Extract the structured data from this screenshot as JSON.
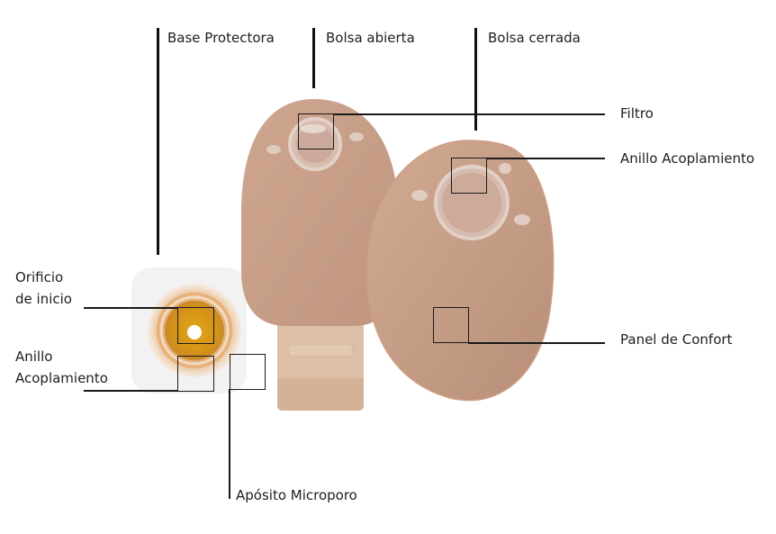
{
  "diagram": {
    "title_labels": {
      "base": "Base Protectora",
      "open_pouch": "Bolsa abierta",
      "closed_pouch": "Bolsa cerrada"
    },
    "callouts": {
      "filter": "Filtro",
      "coupling_ring_pouch": "Anillo Acoplamiento",
      "comfort_panel": "Panel de Confort",
      "starter_hole_line1": "Orificio",
      "starter_hole_line2": "de inicio",
      "coupling_ring_base_line1": "Anillo",
      "coupling_ring_base_line2": "Acoplamiento",
      "microporous_tape": "Apósito Microporo"
    },
    "colors": {
      "pouch_beige": "#c9a088",
      "pouch_beige_dark": "#b68f78",
      "outlet_beige": "#dcbfa6",
      "hydrocolloid_amber": "#d89a1c",
      "tape_white": "#f3f3f3",
      "line_black": "#1a1a1a"
    }
  }
}
